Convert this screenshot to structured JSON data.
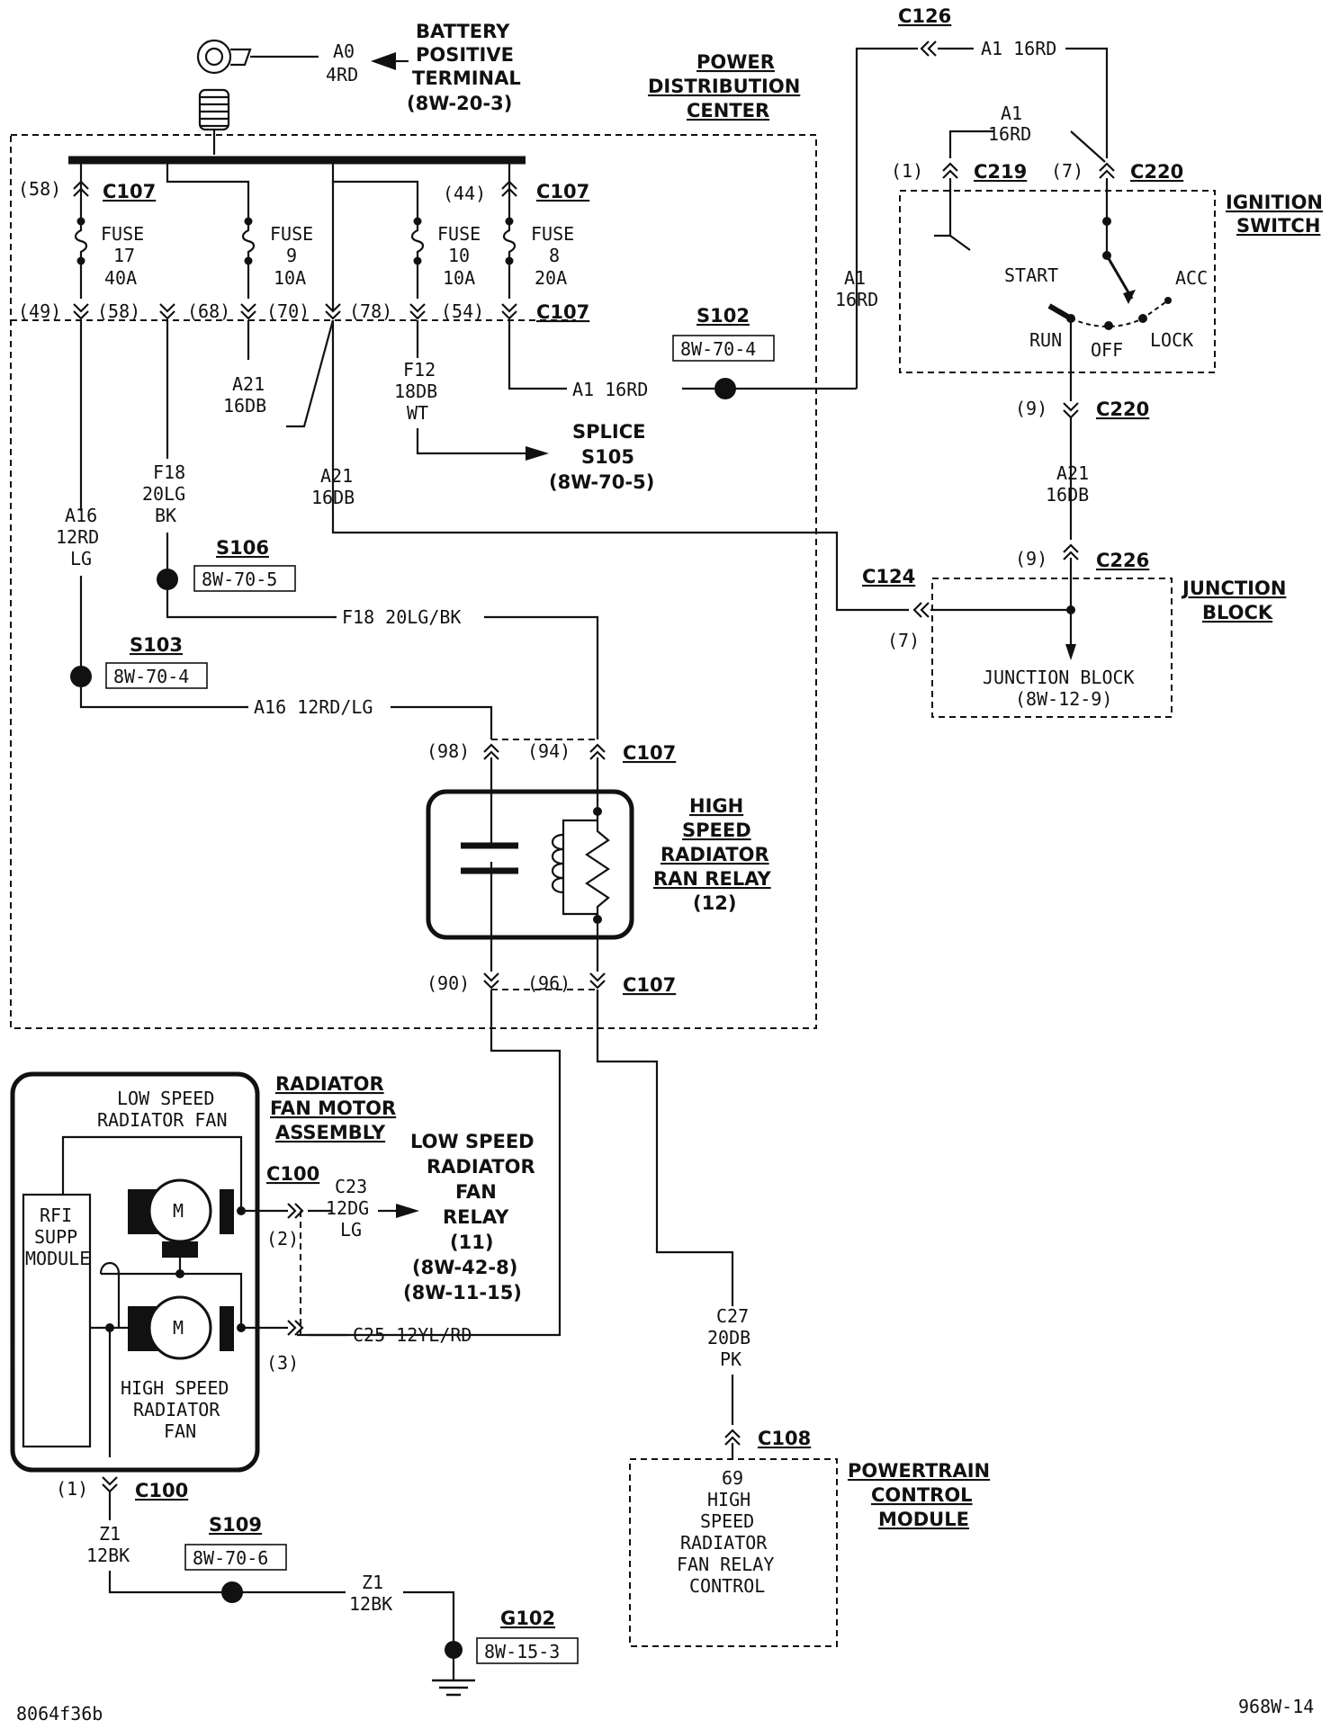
{
  "diagram": {
    "battery": {
      "wire_code": "A0",
      "wire_gauge": "4RD",
      "label": [
        "BATTERY",
        "POSITIVE",
        "TERMINAL",
        "(8W-20-3)"
      ]
    },
    "pdc": {
      "label": [
        "POWER",
        "DISTRIBUTION",
        "CENTER"
      ]
    },
    "connectors": {
      "c107": "C107",
      "c126": "C126",
      "c219": "C219",
      "c220": "C220",
      "c226": "C226",
      "c124": "C124",
      "c100": "C100",
      "c108": "C108"
    },
    "cavities": {
      "p58_top": "(58)",
      "p44_top": "(44)",
      "p49": "(49)",
      "p58": "(58)",
      "p68": "(68)",
      "p70": "(70)",
      "p78": "(78)",
      "p54": "(54)",
      "p1_c219": "(1)",
      "p7_c220": "(7)",
      "p9_c220": "(9)",
      "p9_c226": "(9)",
      "p7_c124": "(7)",
      "p98": "(98)",
      "p94": "(94)",
      "p90": "(90)",
      "p96": "(96)",
      "p2": "(2)",
      "p3": "(3)",
      "p1_c100": "(1)"
    },
    "fuses": [
      {
        "name": "FUSE",
        "num": "17",
        "amp": "40A"
      },
      {
        "name": "FUSE",
        "num": "9",
        "amp": "10A"
      },
      {
        "name": "FUSE",
        "num": "10",
        "amp": "10A"
      },
      {
        "name": "FUSE",
        "num": "8",
        "amp": "20A"
      }
    ],
    "wires": {
      "a1_top": "A1 16RD",
      "a1_ign": [
        "A1",
        "16RD"
      ],
      "a1_vert": [
        "A1",
        "16RD"
      ],
      "a1_s102": "A1 16RD",
      "a21_a": [
        "A21",
        "16DB"
      ],
      "a21_b": [
        "A21",
        "16DB"
      ],
      "a21_c": [
        "A21",
        "16DB"
      ],
      "f12": [
        "F12",
        "18DB",
        "WT"
      ],
      "f18_vert": [
        "F18",
        "20LG",
        "BK"
      ],
      "f18_horiz": "F18 20LG/BK",
      "a16_vert": [
        "A16",
        "12RD",
        "LG"
      ],
      "a16_horiz": "A16 12RD/LG",
      "c23": [
        "C23",
        "12DG",
        "LG"
      ],
      "c25": "C25 12YL/RD",
      "c27": [
        "C27",
        "20DB",
        "PK"
      ],
      "z1_a": [
        "Z1",
        "12BK"
      ],
      "z1_b": [
        "Z1",
        "12BK"
      ]
    },
    "splices": {
      "s102": {
        "name": "S102",
        "ref": "8W-70-4"
      },
      "s105": {
        "label": [
          "SPLICE",
          "S105",
          "(8W-70-5)"
        ]
      },
      "s106": {
        "name": "S106",
        "ref": "8W-70-5"
      },
      "s103": {
        "name": "S103",
        "ref": "8W-70-4"
      },
      "s109": {
        "name": "S109",
        "ref": "8W-70-6"
      },
      "g102": {
        "name": "G102",
        "ref": "8W-15-3"
      }
    },
    "ignition": {
      "label": [
        "IGNITION",
        "SWITCH"
      ],
      "start": "START",
      "acc": "ACC",
      "run": "RUN",
      "off": "OFF",
      "lock": "LOCK"
    },
    "junction_block": {
      "label": [
        "JUNCTION",
        "BLOCK"
      ],
      "inner": [
        "JUNCTION BLOCK",
        "(8W-12-9)"
      ]
    },
    "hs_relay": {
      "label": [
        "HIGH",
        "SPEED",
        "RADIATOR",
        "RAN RELAY",
        "(12)"
      ]
    },
    "fan_assembly": {
      "label": [
        "RADIATOR",
        "FAN MOTOR",
        "ASSEMBLY"
      ],
      "low_fan": [
        "LOW SPEED",
        "RADIATOR FAN"
      ],
      "rfi": [
        "RFI",
        "SUPP",
        "MODULE"
      ],
      "motor": "M",
      "high_fan": [
        "HIGH SPEED",
        "RADIATOR",
        "FAN"
      ]
    },
    "ls_relay": {
      "label": [
        "LOW SPEED",
        "RADIATOR",
        "FAN",
        "RELAY",
        "(11)",
        "(8W-42-8)",
        "(8W-11-15)"
      ]
    },
    "pcm": {
      "label": [
        "POWERTRAIN",
        "CONTROL",
        "MODULE"
      ],
      "inner": [
        "69",
        "HIGH",
        "SPEED",
        "RADIATOR",
        "FAN RELAY",
        "CONTROL"
      ]
    },
    "footer": {
      "left": "8064f36b",
      "right": "968W-14"
    }
  }
}
